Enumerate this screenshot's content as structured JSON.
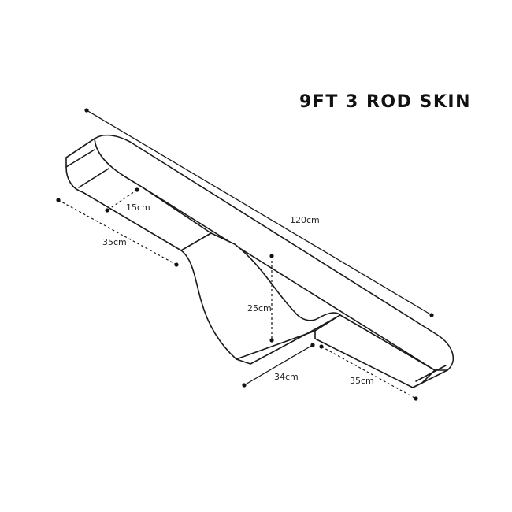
{
  "title": "9FT 3 ROD SKIN",
  "dimensions": {
    "length": "120cm",
    "top_width": "15cm",
    "left_end": "35cm",
    "depth": "25cm",
    "bottom_width": "34cm",
    "right_end": "35cm"
  }
}
